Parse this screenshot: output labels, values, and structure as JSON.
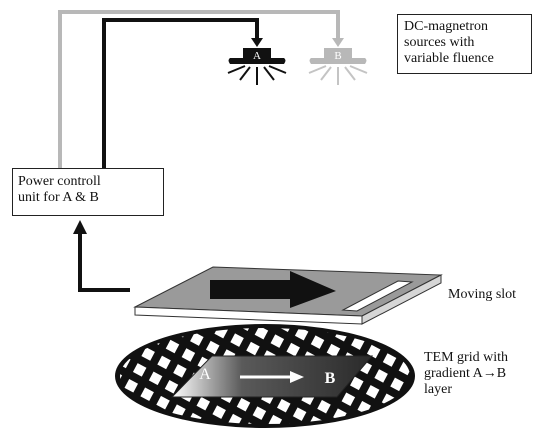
{
  "labels": {
    "dc_sources": "DC-magnetron\nsources with\nvariable fluence",
    "power_unit": "Power controll\nunit for A & B",
    "moving_slot": "Moving slot",
    "tem_grid": "TEM grid with\ngradient A→B\nlayer"
  },
  "sources": {
    "a_letter": "A",
    "b_letter": "B"
  },
  "grid_letters": {
    "a": "A",
    "b": "B"
  },
  "colors": {
    "line_black": "#111111",
    "line_gray": "#b8b8b8",
    "slot_plate": "#9a9a9a",
    "grid_fill": "#111111"
  }
}
